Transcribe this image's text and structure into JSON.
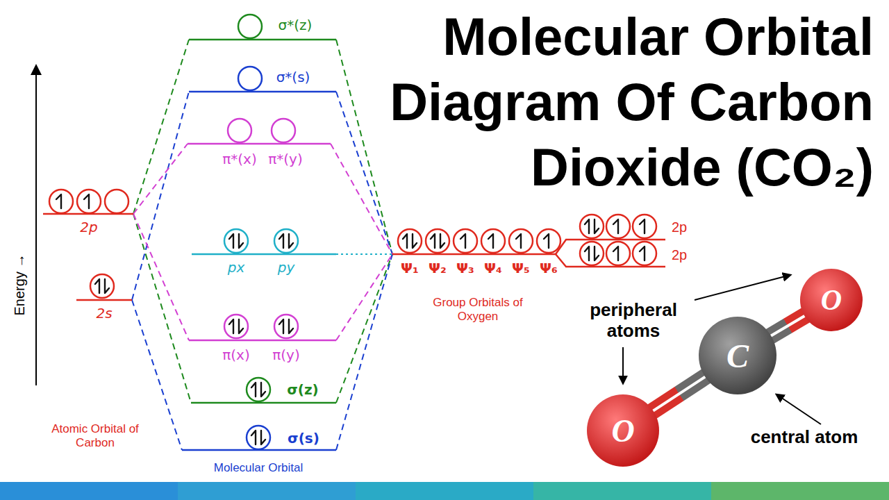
{
  "diagram": {
    "title": "Molecular Orbital Diagram Of Carbon Dioxide (CO₂)",
    "nodes": [
      {
        "text": [
          "O"
        ]
      },
      {
        "text": [
          "C"
        ]
      },
      {
        "text": [
          "O"
        ]
      }
    ],
    "edges": [
      {
        "from": 1,
        "to": 0,
        "arrow": "none"
      },
      {
        "from": 1,
        "to": 2,
        "arrow": "none"
      }
    ],
    "labels": [
      "σ*(z)",
      "σ*(s)",
      "π*(x)",
      "π*(y)",
      "2p",
      "px",
      "py",
      "2s",
      "π(x)",
      "π(y)",
      "σ(z)",
      "σ(s)",
      "Ψ₁",
      "Ψ₂",
      "Ψ₃",
      "Ψ₄",
      "Ψ₅",
      "Ψ₆",
      "2p",
      "2p",
      "Energy →",
      "Atomic Orbital of Carbon",
      "Molecular Orbital",
      "Group Orbitals of Oxygen",
      "peripheral atoms",
      "central atom"
    ]
  }
}
